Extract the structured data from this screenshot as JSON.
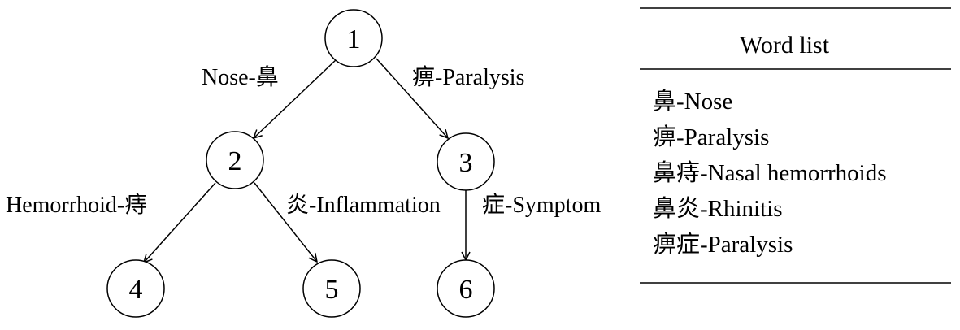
{
  "tree": {
    "nodes": [
      {
        "id": "1",
        "label": "1"
      },
      {
        "id": "2",
        "label": "2"
      },
      {
        "id": "3",
        "label": "3"
      },
      {
        "id": "4",
        "label": "4"
      },
      {
        "id": "5",
        "label": "5"
      },
      {
        "id": "6",
        "label": "6"
      }
    ],
    "edges": [
      {
        "from": "1",
        "to": "2",
        "label": "Nose-鼻"
      },
      {
        "from": "1",
        "to": "3",
        "label": "痹-Paralysis"
      },
      {
        "from": "2",
        "to": "4",
        "label": "Hemorrhoid-痔"
      },
      {
        "from": "2",
        "to": "5",
        "label": "炎-Inflammation"
      },
      {
        "from": "3",
        "to": "6",
        "label": "症-Symptom"
      }
    ]
  },
  "word_list": {
    "title": "Word list",
    "items": [
      "鼻-Nose",
      "痹-Paralysis",
      "鼻痔-Nasal hemorrhoids",
      "鼻炎-Rhinitis",
      "痹症-Paralysis"
    ]
  }
}
